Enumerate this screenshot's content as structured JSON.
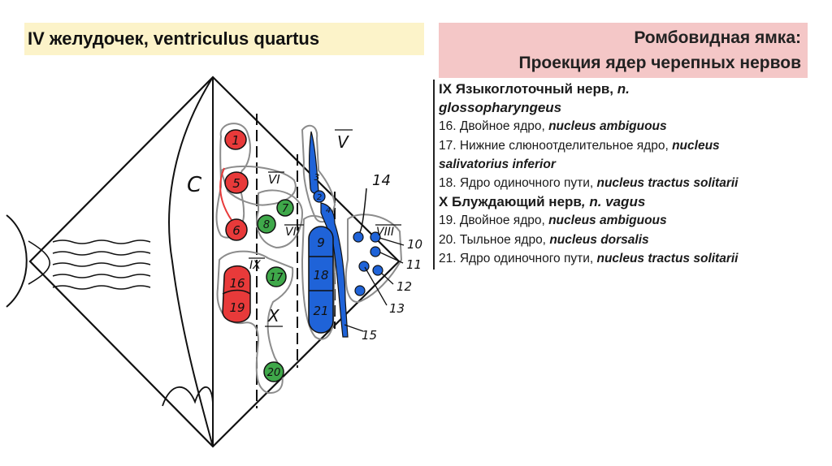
{
  "title": "IV желудочек, ventriculus quartus",
  "header": {
    "line1": "Ромбовидная ямка:",
    "line2": "Проекция ядер черепных нервов"
  },
  "notes": {
    "ix_title_a": "IX Языкоглоточный нерв, ",
    "ix_title_b": "n.",
    "ix_title_c": "glossopharyngeus",
    "n16_a": "16. Двойное ядро, ",
    "n16_b": "nucleus ambiguous",
    "n17_a": "17. Нижние слюноотделительное ядро, ",
    "n17_b": "nucleus",
    "n17_c": "salivatorius inferior",
    "n18_a": "18. Ядро одиночного пути, ",
    "n18_b": "nucleus tractus solitarii",
    "x_title_a": "X Блуждающий нерв",
    "x_title_b": ", n. vagus",
    "n19_a": "19. Двойное ядро, ",
    "n19_b": "nucleus ambiguous",
    "n20_a": "20. Тыльное ядро, ",
    "n20_b": "nucleus dorsalis",
    "n21_a": "21. Ядро одиночного пути, ",
    "n21_b": "nucleus tractus solitarii"
  },
  "diagram": {
    "letter_c": "C",
    "nerve_labels": {
      "v": "V",
      "vi": "VI",
      "vii": "VII",
      "viii": "VIII",
      "ix": "IX",
      "x": "X"
    },
    "red_nuclei": [
      "1",
      "5",
      "6",
      "16",
      "19"
    ],
    "green_nuclei": [
      "7",
      "8",
      "17",
      "20"
    ],
    "blue_nuclei": [
      "3",
      "2",
      "4",
      "9",
      "18",
      "21"
    ],
    "side_labels": [
      "14",
      "10",
      "11",
      "12",
      "13",
      "15"
    ]
  },
  "colors": {
    "title_bg": "#fcf3c9",
    "header_bg": "#f4c7c7",
    "red": "#e83a3a",
    "green": "#3fa84a",
    "blue": "#1f63d8",
    "gray": "#8c8c8c"
  }
}
